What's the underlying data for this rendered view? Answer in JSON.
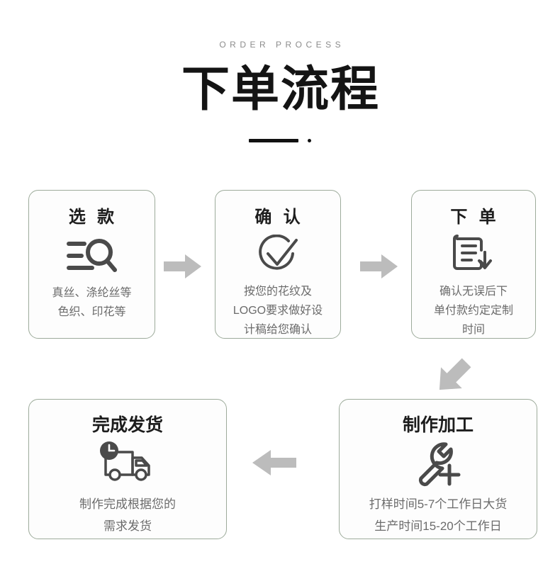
{
  "header": {
    "eyebrow": "ORDER PROCESS",
    "title": "下单流程",
    "divider_icon": "bar-dot-divider"
  },
  "colors": {
    "title_text": "#141414",
    "eyebrow_text": "#8c8c8c",
    "card_border": "#9dab9b",
    "card_background": "#fdfdfd",
    "body_text": "#6b6b6b",
    "icon_stroke": "#4a4a4a",
    "arrow_fill": "#bcbcbc"
  },
  "steps": [
    {
      "id": "step-1",
      "title": "选  款",
      "icon": "search-list-icon",
      "desc": "真丝、涤纶丝等\n色织、印花等"
    },
    {
      "id": "step-2",
      "title": "确  认",
      "icon": "check-circle-icon",
      "desc": "按您的花纹及\nLOGO要求做好设\n计稿给您确认"
    },
    {
      "id": "step-3",
      "title": "下  单",
      "icon": "document-download-icon",
      "desc": "确认无误后下\n单付款约定定制\n时间"
    },
    {
      "id": "step-4",
      "title": "制作加工",
      "icon": "wrench-plus-icon",
      "desc": "打样时间5-7个工作日大货\n生产时间15-20个工作日"
    },
    {
      "id": "step-5",
      "title": "完成发货",
      "icon": "delivery-truck-clock-icon",
      "desc": "制作完成根据您的\n需求发货"
    }
  ],
  "arrows": [
    {
      "id": "arrow-1",
      "icon": "arrow-right-icon",
      "direction": "right"
    },
    {
      "id": "arrow-2",
      "icon": "arrow-right-icon",
      "direction": "right"
    },
    {
      "id": "arrow-3",
      "icon": "arrow-down-left-icon",
      "direction": "down-left"
    },
    {
      "id": "arrow-4",
      "icon": "arrow-left-icon",
      "direction": "left"
    }
  ]
}
